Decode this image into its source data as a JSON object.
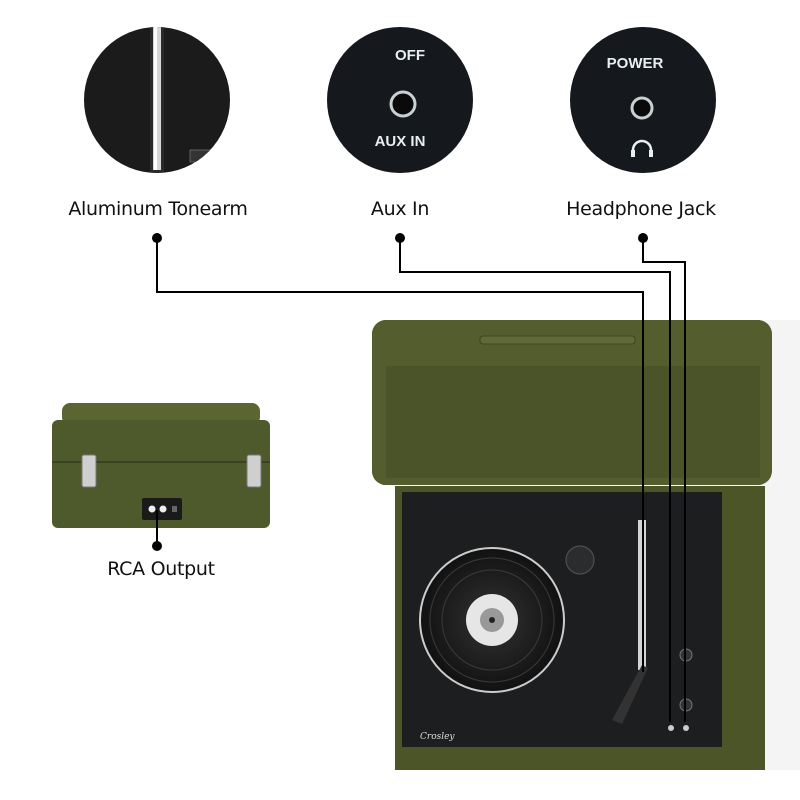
{
  "callouts": [
    {
      "label": "Aluminum Tonearm"
    },
    {
      "label": "Aux In",
      "panel_text_top": "OFF",
      "panel_text_bottom": "AUX IN"
    },
    {
      "label": "Headphone Jack",
      "panel_text_top": "POWER",
      "icon": "headphones-icon"
    }
  ],
  "rca": {
    "label": "RCA Output"
  },
  "brand": "Crosley",
  "colors": {
    "case_green": "#4f5a2c",
    "panel_black": "#1c1e20",
    "line": "#000000"
  }
}
